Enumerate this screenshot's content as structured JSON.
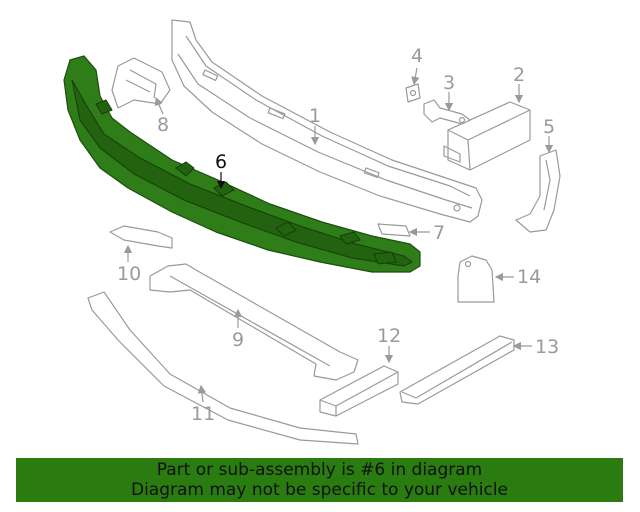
{
  "diagram": {
    "selected_part": "6",
    "callouts": [
      "1",
      "2",
      "3",
      "4",
      "5",
      "6",
      "7",
      "8",
      "9",
      "10",
      "11",
      "12",
      "13",
      "14"
    ],
    "colors": {
      "highlight": "#2e7d18",
      "outline": "#9a9a9a",
      "banner": "#2a7c10"
    }
  },
  "footer": {
    "line1": "Part or sub-assembly is #6 in diagram",
    "line2": "Diagram may not be specific to your vehicle"
  }
}
